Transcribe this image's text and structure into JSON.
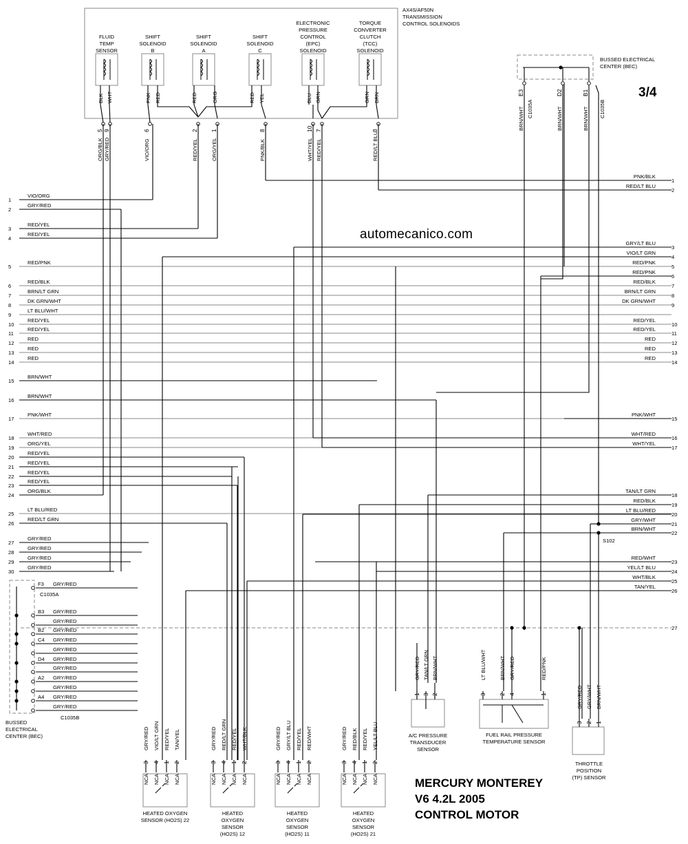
{
  "title_lines": [
    "MERCURY MONTEREY",
    "V6 4.2L 2005",
    "CONTROL MOTOR"
  ],
  "watermark": "automecanico.com",
  "page_number": "3/4",
  "trans_header": [
    "AX4S/AF50N",
    "TRANSMISSION",
    "CONTROL SOLENOIDS"
  ],
  "bec_top_label": [
    "BUSSED ELECTRICAL",
    "CENTER (BEC)"
  ],
  "bec_left_label": [
    "BUSSED",
    "ELECTRICAL",
    "CENTER (BEC)"
  ],
  "splice": "S102",
  "connectors": {
    "c1035a_top": "C1035A",
    "c1035b_top": "C1035B",
    "c1035a_left": "C1035A",
    "c1035b_left": "C1035B"
  },
  "bec_pins_top": [
    {
      "pin": "E3",
      "color": "BRN/WHT"
    },
    {
      "pin": "D2",
      "color": "BRN/WHT"
    },
    {
      "pin": "B1",
      "color": "BRN/WHT"
    }
  ],
  "solenoids": [
    {
      "name": [
        "FLUID",
        "TEMP",
        "SENSOR"
      ],
      "wires": [
        "BLK",
        "WHT"
      ],
      "pins": [
        "5",
        "9"
      ],
      "harness": [
        "ORG/BLK",
        "GRY/RED"
      ]
    },
    {
      "name": [
        "SHIFT",
        "SOLENOID",
        "B"
      ],
      "wires": [
        "PNK",
        "RED"
      ],
      "pins": [
        "6"
      ],
      "harness": [
        "VIO/ORG"
      ]
    },
    {
      "name": [
        "SHIFT",
        "SOLENOID",
        "A"
      ],
      "wires": [
        "RED",
        "ORG"
      ],
      "pins": [
        "2",
        "1"
      ],
      "harness": [
        "RED/YEL",
        "ORG/YEL"
      ]
    },
    {
      "name": [
        "SHIFT",
        "SOLENOID",
        "C"
      ],
      "wires": [
        "RED",
        "YEL"
      ],
      "pins": [
        "8"
      ],
      "harness": [
        "PNK/BLK"
      ]
    },
    {
      "name": [
        "ELECTRONIC",
        "PRESSURE",
        "CONTROL",
        "(EPC)",
        "SOLENOID"
      ],
      "wires": [
        "BLU",
        "GRN"
      ],
      "pins": [
        "10",
        "7"
      ],
      "harness": [
        "WHT/YEL",
        "RED/YEL"
      ]
    },
    {
      "name": [
        "TORQUE",
        "CONVERTER",
        "CLUTCH",
        "(TCC)",
        "SOLENOID"
      ],
      "wires": [
        "GRN",
        "BRN"
      ],
      "pins": [
        "3"
      ],
      "harness": [
        "RED/LT BLU"
      ]
    }
  ],
  "left_pins": [
    {
      "pin": "1",
      "color": "VIO/ORG"
    },
    {
      "pin": "2",
      "color": "GRY/RED"
    },
    {
      "pin": "3",
      "color": "RED/YEL"
    },
    {
      "pin": "4",
      "color": "RED/YEL"
    },
    {
      "pin": "5",
      "color": "RED/PNK"
    },
    {
      "pin": "6",
      "color": "RED/BLK"
    },
    {
      "pin": "7",
      "color": "BRN/LT GRN"
    },
    {
      "pin": "8",
      "color": "DK GRN/WHT"
    },
    {
      "pin": "9",
      "color": "LT BLU/WHT"
    },
    {
      "pin": "10",
      "color": "RED/YEL"
    },
    {
      "pin": "11",
      "color": "RED/YEL"
    },
    {
      "pin": "12",
      "color": "RED"
    },
    {
      "pin": "13",
      "color": "RED"
    },
    {
      "pin": "14",
      "color": "RED"
    },
    {
      "pin": "15",
      "color": "BRN/WHT"
    },
    {
      "pin": "16",
      "color": "BRN/WHT"
    },
    {
      "pin": "17",
      "color": "PNK/WHT"
    },
    {
      "pin": "18",
      "color": "WHT/RED"
    },
    {
      "pin": "19",
      "color": "ORG/YEL"
    },
    {
      "pin": "20",
      "color": "RED/YEL"
    },
    {
      "pin": "21",
      "color": "RED/YEL"
    },
    {
      "pin": "22",
      "color": "RED/YEL"
    },
    {
      "pin": "23",
      "color": "RED/YEL"
    },
    {
      "pin": "24",
      "color": "ORG/BLK"
    },
    {
      "pin": "25",
      "color": "LT BLU/RED"
    },
    {
      "pin": "26",
      "color": "RED/LT GRN"
    },
    {
      "pin": "27",
      "color": "GRY/RED"
    },
    {
      "pin": "28",
      "color": "GRY/RED"
    },
    {
      "pin": "29",
      "color": "GRY/RED"
    },
    {
      "pin": "30",
      "color": "GRY/RED"
    }
  ],
  "right_pins": [
    {
      "pin": "1",
      "color": "PNK/BLK"
    },
    {
      "pin": "2",
      "color": "RED/LT BLU"
    },
    {
      "pin": "3",
      "color": "GRY/LT BLU"
    },
    {
      "pin": "4",
      "color": "VIO/LT GRN"
    },
    {
      "pin": "5",
      "color": "RED/PNK"
    },
    {
      "pin": "6",
      "color": "RED/PNK"
    },
    {
      "pin": "7",
      "color": "RED/BLK"
    },
    {
      "pin": "8",
      "color": "BRN/LT GRN"
    },
    {
      "pin": "9",
      "color": "DK GRN/WHT"
    },
    {
      "pin": "10",
      "color": "RED/YEL"
    },
    {
      "pin": "11",
      "color": "RED/YEL"
    },
    {
      "pin": "12",
      "color": "RED"
    },
    {
      "pin": "13",
      "color": "RED"
    },
    {
      "pin": "14",
      "color": "RED"
    },
    {
      "pin": "15",
      "color": "PNK/WHT"
    },
    {
      "pin": "16",
      "color": "WHT/RED"
    },
    {
      "pin": "17",
      "color": "WHT/YEL"
    },
    {
      "pin": "18",
      "color": "TAN/LT GRN"
    },
    {
      "pin": "19",
      "color": "RED/BLK"
    },
    {
      "pin": "20",
      "color": "LT BLU/RED"
    },
    {
      "pin": "21",
      "color": "GRY/WHT"
    },
    {
      "pin": "22",
      "color": "BRN/WHT"
    },
    {
      "pin": "23",
      "color": "RED/WHT"
    },
    {
      "pin": "24",
      "color": "YEL/LT BLU"
    },
    {
      "pin": "25",
      "color": "WHT/BLK"
    },
    {
      "pin": "26",
      "color": "TAN/YEL"
    },
    {
      "pin": "27",
      "color": ""
    }
  ],
  "bec_left_pins": [
    {
      "pin": "F3",
      "color": "GRY/RED"
    },
    {
      "pin": "B3",
      "color": "GRY/RED"
    },
    {
      "pin": "",
      "color": "GRY/RED"
    },
    {
      "pin": "B2",
      "color": "GRY/RED"
    },
    {
      "pin": "C4",
      "color": "GRY/RED"
    },
    {
      "pin": "",
      "color": "GRY/RED"
    },
    {
      "pin": "D4",
      "color": "GRY/RED"
    },
    {
      "pin": "",
      "color": "GRY/RED"
    },
    {
      "pin": "A2",
      "color": "GRY/RED"
    },
    {
      "pin": "",
      "color": "GRY/RED"
    },
    {
      "pin": "A4",
      "color": "GRY/RED"
    },
    {
      "pin": "",
      "color": "GRY/RED"
    }
  ],
  "ho2s": [
    {
      "name": [
        "HEATED OXYGEN",
        "SENSOR (HO2S) 22"
      ],
      "pins": [
        "3",
        "4",
        "1",
        "2"
      ],
      "colors": [
        "GRY/RED",
        "VIO/LT GRN",
        "RED/YEL",
        "TAN/YEL"
      ],
      "nca": "NCA"
    },
    {
      "name": [
        "HEATED",
        "OXYGEN",
        "SENSOR",
        "(HO2S) 12"
      ],
      "pins": [
        "3",
        "4",
        "1",
        "2"
      ],
      "colors": [
        "GRY/RED",
        "RED/LT GRN",
        "RED/YEL",
        "WHT/BLK"
      ],
      "nca": "NCA"
    },
    {
      "name": [
        "HEATED",
        "OXYGEN",
        "SENSOR",
        "(HO2S) 11"
      ],
      "pins": [
        "3",
        "4",
        "1",
        "2"
      ],
      "colors": [
        "GRY/RED",
        "GRY/LT BLU",
        "RED/YEL",
        "RED/WHT"
      ],
      "nca": "NCA"
    },
    {
      "name": [
        "HEATED",
        "OXYGEN",
        "SENSOR",
        "(HO2S) 21"
      ],
      "pins": [
        "3",
        "4",
        "1",
        "2"
      ],
      "colors": [
        "GRY/RED",
        "RED/BLK",
        "RED/YEL",
        "YEL/LT BLU"
      ],
      "nca": "NCA"
    }
  ],
  "ac_sensor": {
    "name": [
      "A/C PRESSURE",
      "TRANSDUCER",
      "SENSOR"
    ],
    "pins": [
      "1",
      "3",
      "2"
    ],
    "colors": [
      "GRY/RED",
      "TAN/LT GRN",
      "BRN/WHT"
    ]
  },
  "fuel_sensor": {
    "name": [
      "FUEL RAIL PRESSURE",
      "TEMPERATURE SENSOR"
    ],
    "pins": [
      "3",
      "2",
      "4",
      "1"
    ],
    "colors": [
      "LT BLU/WHT",
      "BRN/WHT",
      "GRY/RED",
      "RED/PNK"
    ]
  },
  "tp_sensor": {
    "name": [
      "THROTTLE",
      "POSITION",
      "(TP) SENSOR"
    ],
    "pins": [
      "3",
      "2",
      "1"
    ],
    "colors": [
      "GRY/RED",
      "GRY/WHT",
      "BRN/WHT"
    ]
  }
}
